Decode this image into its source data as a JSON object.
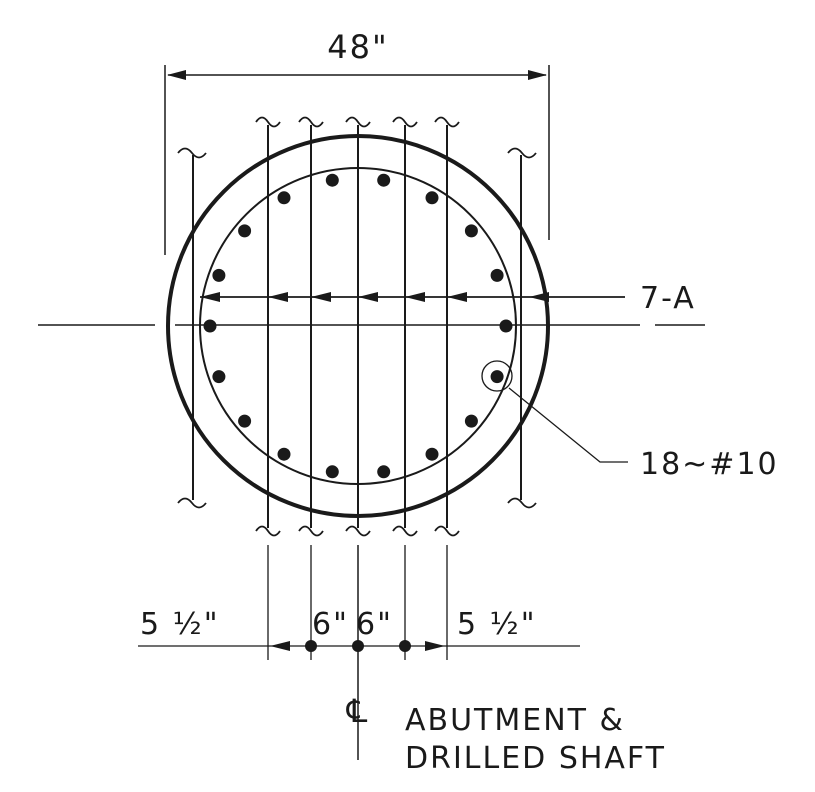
{
  "labels": {
    "overall_width": "48\"",
    "bar_callout": "7-A",
    "rebar_callout": "18~#10",
    "edge_left": "5 ½\"",
    "edge_right": "5 ½\"",
    "spacing_left": "6\"",
    "spacing_right": "6\"",
    "centerline_symbol": "℄",
    "centerline_line1": "ABUTMENT &",
    "centerline_line2": "DRILLED SHAFT"
  },
  "rebar": {
    "count": 18
  },
  "colors": {
    "ink": "#1a1a1a",
    "paper": "#ffffff"
  }
}
